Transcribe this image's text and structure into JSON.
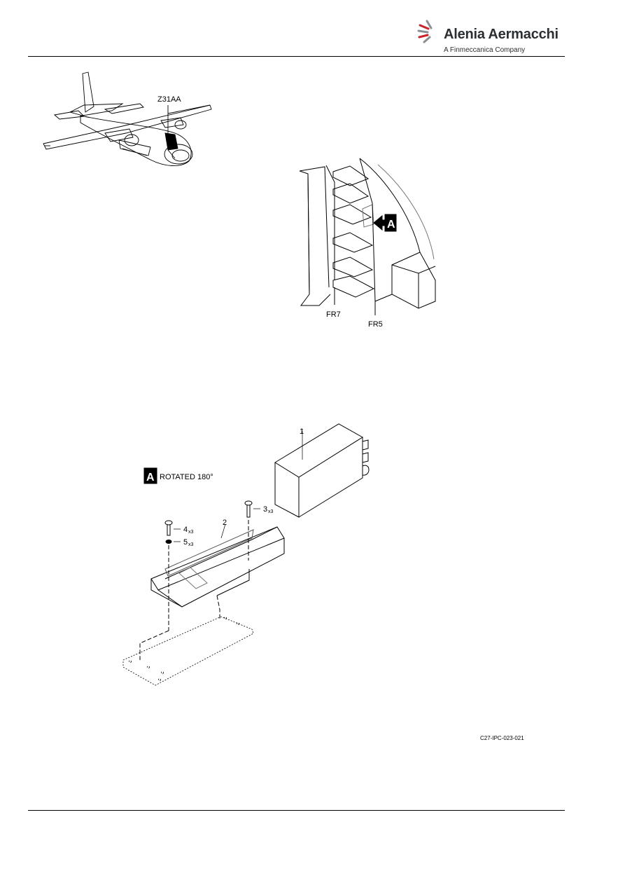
{
  "header": {
    "company_name": "Alenia Aermacchi",
    "company_tagline": "A Finmeccanica Company",
    "brand_color": "#c8242b"
  },
  "figure": {
    "zone_label": "Z31AA",
    "frame_labels": [
      "FR7",
      "FR5"
    ],
    "view_callout": "A",
    "view_note": "ROTATED 180°",
    "items": [
      {
        "number": "1",
        "qty": ""
      },
      {
        "number": "2",
        "qty": ""
      },
      {
        "number": "3",
        "qty": "x3"
      },
      {
        "number": "4",
        "qty": "x3"
      },
      {
        "number": "5",
        "qty": "x3"
      }
    ],
    "drawing_id": "C27-IPC-023-021"
  }
}
